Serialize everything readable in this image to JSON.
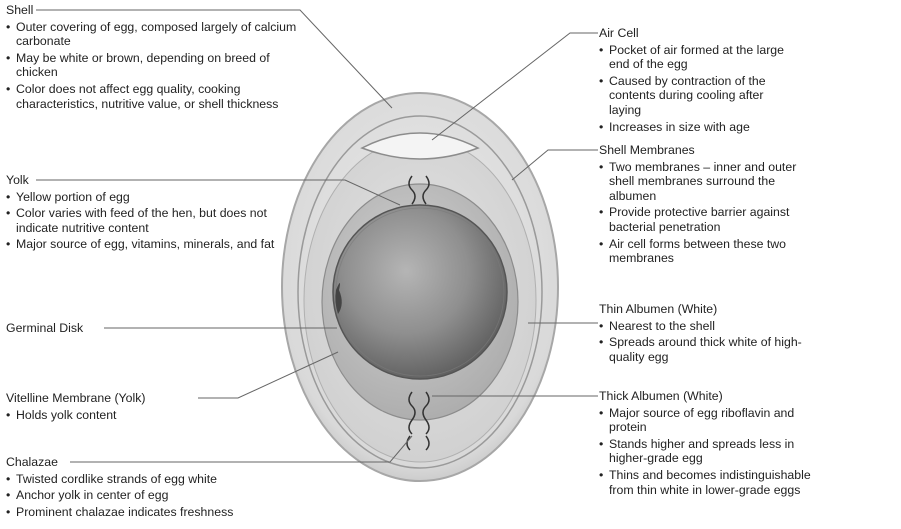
{
  "labels": {
    "shell": {
      "title": "Shell",
      "bullets": [
        "Outer covering of egg, composed largely of calcium carbonate",
        "May be white or brown, depending on breed of chicken",
        "Color does not affect egg quality, cooking characteristics, nutritive value, or shell thickness"
      ]
    },
    "yolk": {
      "title": "Yolk",
      "bullets": [
        "Yellow portion of egg",
        "Color varies with feed of the hen, but does not indicate nutritive content",
        "Major source of egg, vitamins, minerals, and fat"
      ]
    },
    "germinal_disk": {
      "title": "Germinal Disk",
      "bullets": []
    },
    "vitelline": {
      "title": "Vitelline Membrane (Yolk)",
      "bullets": [
        "Holds yolk content"
      ]
    },
    "chalazae": {
      "title": "Chalazae",
      "bullets": [
        "Twisted cordlike strands of egg white",
        "Anchor yolk in center of egg",
        "Prominent chalazae indicates freshness"
      ]
    },
    "air_cell": {
      "title": "Air Cell",
      "bullets": [
        "Pocket of air formed at the large end of the egg",
        "Caused by contraction of the contents during cooling after laying",
        "Increases in size with age"
      ]
    },
    "shell_membranes": {
      "title": "Shell Membranes",
      "bullets": [
        "Two membranes – inner and outer shell membranes surround the albumen",
        "Provide protective barrier against bacterial penetration",
        "Air cell forms between these two membranes"
      ]
    },
    "thin_albumen": {
      "title": "Thin Albumen (White)",
      "bullets": [
        "Nearest to the shell",
        "Spreads around thick white of high-quality egg"
      ]
    },
    "thick_albumen": {
      "title": "Thick Albumen (White)",
      "bullets": [
        "Major source of egg riboflavin and protein",
        "Stands higher and spreads less in higher-grade egg",
        "Thins and becomes indistinguishable from thin white in lower-grade eggs"
      ]
    }
  },
  "colors": {
    "shell_outer": "#c9c9c9",
    "shell_inner": "#e6e6e6",
    "thin_albumen": "#d6d6d6",
    "thick_albumen": "#bdbdbd",
    "yolk": "#8a8a8a",
    "leader_line": "#666666",
    "text": "#222222"
  }
}
